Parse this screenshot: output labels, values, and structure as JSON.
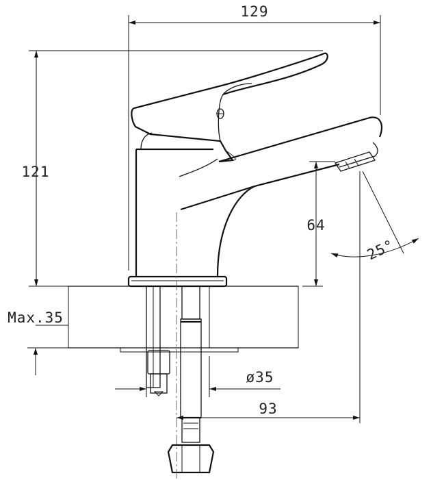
{
  "dimensions": {
    "overall_width": "129",
    "overall_height": "121",
    "spout_clearance": "64",
    "spout_angle": "25°",
    "max_deck_thickness": "Max.35",
    "hole_diameter": "ø35",
    "spout_reach": "93"
  },
  "colors": {
    "line": "#111111",
    "background": "#ffffff",
    "hatch": "#333333"
  }
}
